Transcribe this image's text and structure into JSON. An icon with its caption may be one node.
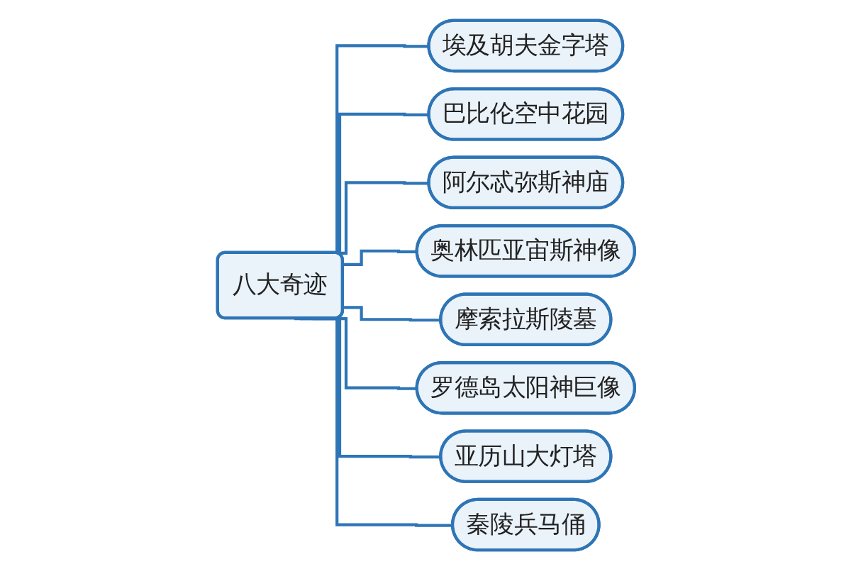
{
  "diagram": {
    "nodes": [
      {
        "text": [
          "八大奇迹"
        ]
      },
      {
        "text": [
          "埃及胡夫金字塔"
        ]
      },
      {
        "text": [
          "巴比伦空中花园"
        ]
      },
      {
        "text": [
          "阿尔忒弥斯神庙"
        ]
      },
      {
        "text": [
          "奥林匹亚宙斯神像"
        ]
      },
      {
        "text": [
          "摩索拉斯陵墓"
        ]
      },
      {
        "text": [
          "罗德岛太阳神巨像"
        ]
      },
      {
        "text": [
          "亚历山大灯塔"
        ]
      },
      {
        "text": [
          "秦陵兵马俑"
        ]
      }
    ],
    "edges": [
      {
        "from": 0,
        "to": 1,
        "arrow": "none"
      },
      {
        "from": 0,
        "to": 2,
        "arrow": "none"
      },
      {
        "from": 0,
        "to": 3,
        "arrow": "none"
      },
      {
        "from": 0,
        "to": 4,
        "arrow": "none"
      },
      {
        "from": 0,
        "to": 5,
        "arrow": "none"
      },
      {
        "from": 0,
        "to": 6,
        "arrow": "none"
      },
      {
        "from": 0,
        "to": 7,
        "arrow": "none"
      },
      {
        "from": 0,
        "to": 8,
        "arrow": "none"
      }
    ]
  }
}
